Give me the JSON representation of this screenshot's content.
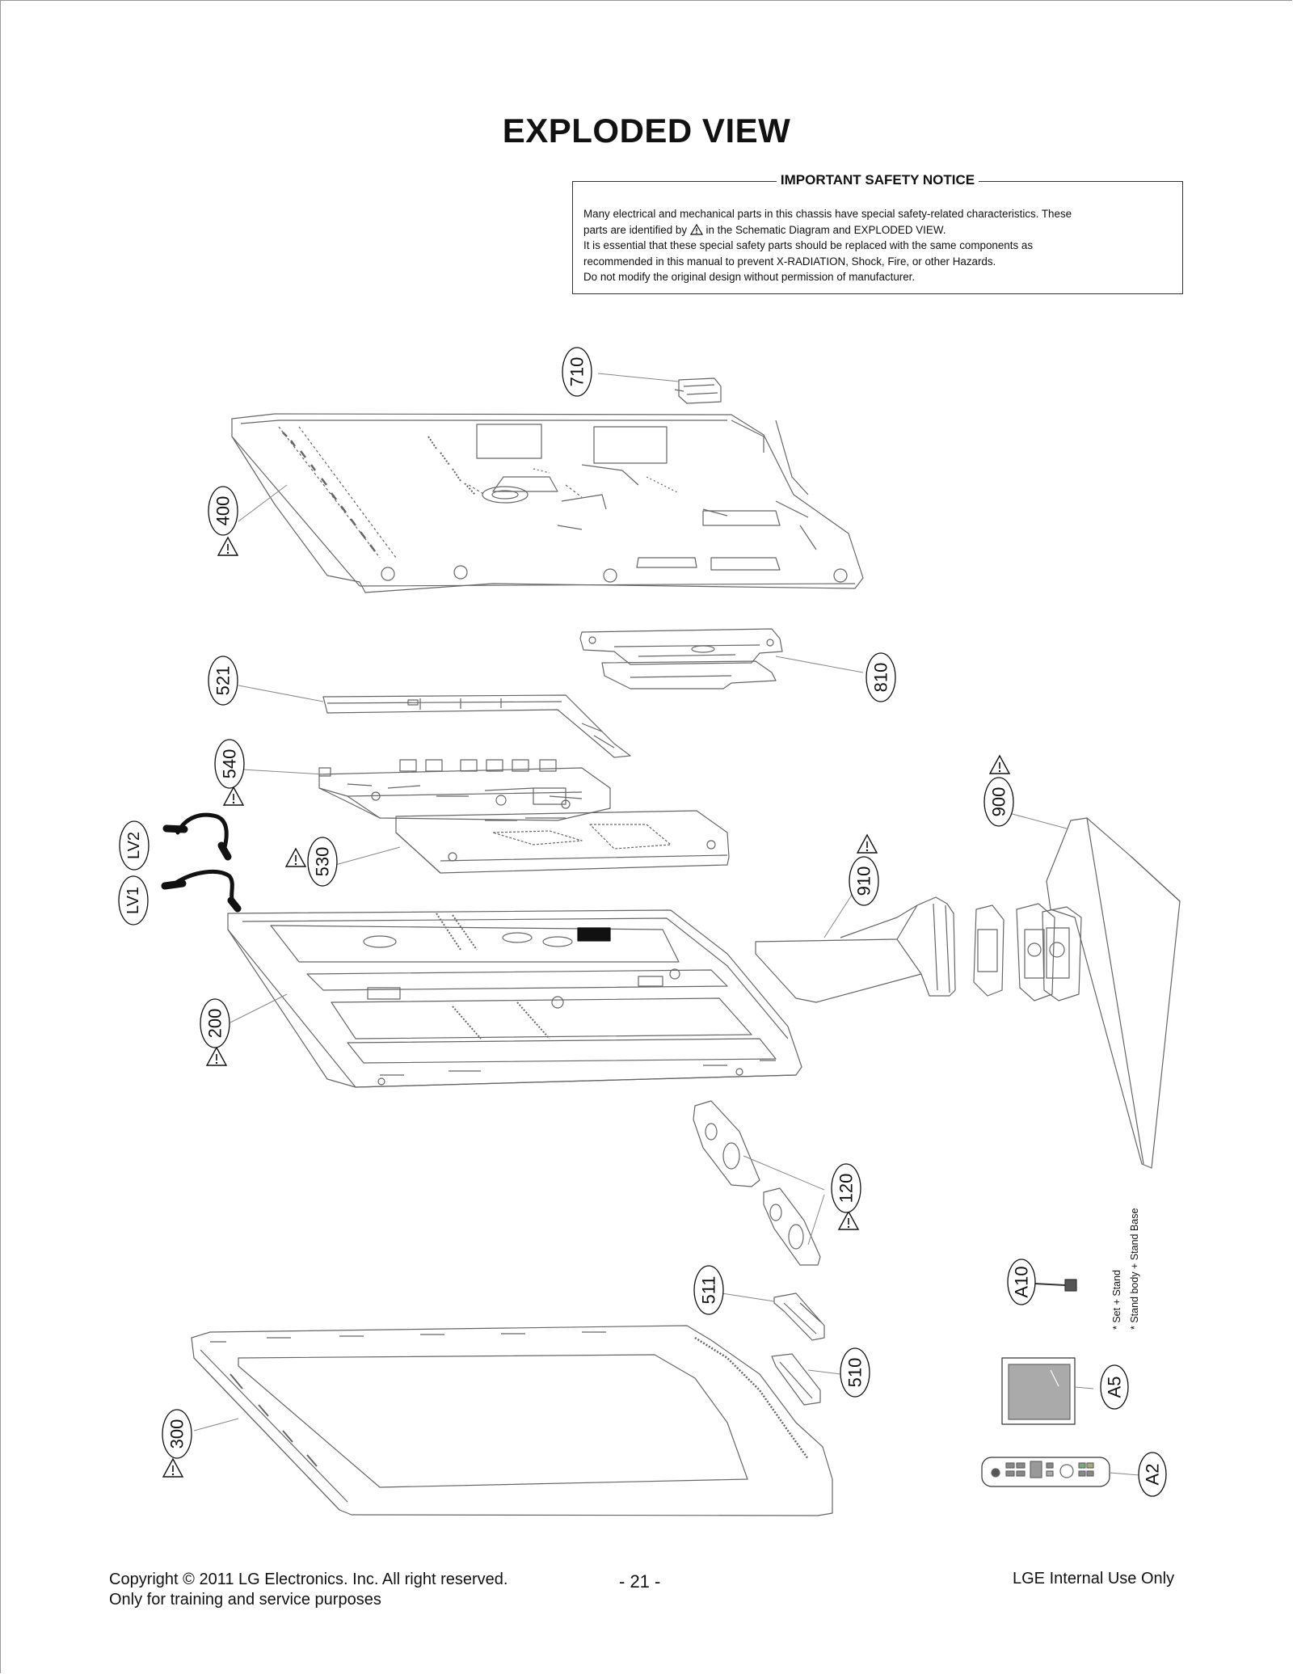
{
  "page_title": "EXPLODED VIEW",
  "notice": {
    "heading": "IMPORTANT SAFETY NOTICE",
    "line1": "Many electrical and mechanical parts in this chassis have special safety-related characteristics. These",
    "line2_a": "parts are identified by",
    "line2_b": "in the Schematic Diagram and EXPLODED VIEW.",
    "line3": "It is essential that these special safety parts should be replaced with the same components as",
    "line4": "recommended in this manual to prevent X-RADIATION, Shock, Fire, or other Hazards.",
    "line5": "Do not modify the original design without permission of manufacturer."
  },
  "callouts": {
    "c710": "710",
    "c400": "400",
    "c521": "521",
    "c810": "810",
    "c540": "540",
    "c900": "900",
    "cLV2": "LV2",
    "c530": "530",
    "c910": "910",
    "cLV1": "LV1",
    "c200": "200",
    "c120": "120",
    "cA10": "A10",
    "c511": "511",
    "c510": "510",
    "cA5": "A5",
    "c300": "300",
    "cA2": "A2"
  },
  "stand_notes": {
    "note1": "* Set + Stand",
    "note2": "* Stand body + Stand Base"
  },
  "footer": {
    "copyright": "Copyright  © 2011 LG Electronics. Inc. All right reserved.",
    "purpose": "Only for training and service purposes",
    "page_number": "- 21 -",
    "internal": "LGE Internal Use Only"
  },
  "icons": {
    "safety": "warning-triangle-icon"
  }
}
